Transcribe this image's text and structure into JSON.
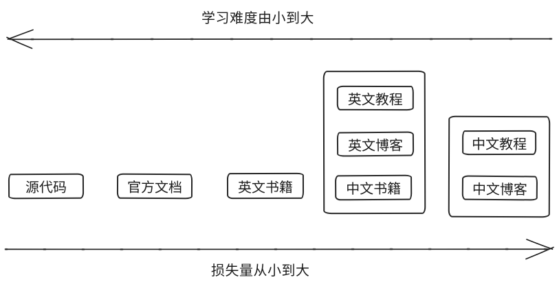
{
  "canvas": {
    "background": "#ffffff",
    "ink_color": "#1c1c1c"
  },
  "axes": {
    "top": {
      "label": "学习难度由小到大",
      "arrow_direction": "left"
    },
    "bottom": {
      "label": "损失量从小到大",
      "arrow_direction": "right"
    }
  },
  "nodes": [
    {
      "label": "源代码"
    },
    {
      "label": "官方文档"
    },
    {
      "label": "英文书籍"
    }
  ],
  "groups": [
    {
      "items": [
        {
          "label": "英文教程"
        },
        {
          "label": "英文博客"
        },
        {
          "label": "中文书籍"
        }
      ]
    },
    {
      "items": [
        {
          "label": "中文教程"
        },
        {
          "label": "中文博客"
        }
      ]
    }
  ]
}
